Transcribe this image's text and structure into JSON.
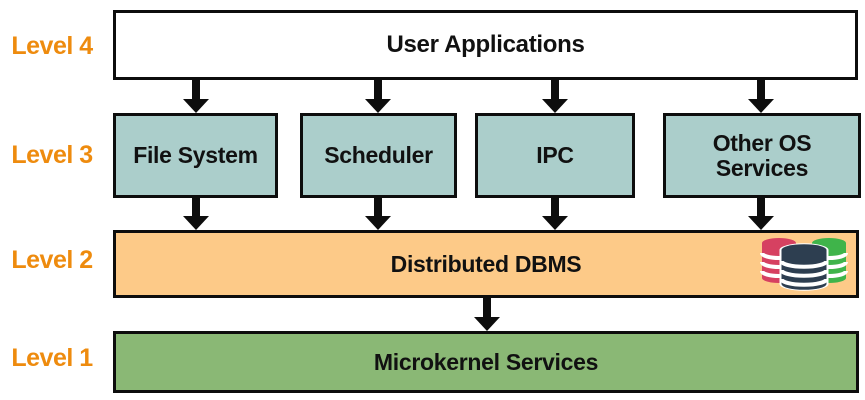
{
  "levels": {
    "l4": {
      "label": "Level 4",
      "boxes": [
        {
          "label": "User Applications"
        }
      ]
    },
    "l3": {
      "label": "Level 3",
      "boxes": [
        {
          "label": "File System"
        },
        {
          "label": "Scheduler"
        },
        {
          "label": "IPC"
        },
        {
          "label": "Other OS Services"
        }
      ]
    },
    "l2": {
      "label": "Level 2",
      "boxes": [
        {
          "label": "Distributed DBMS"
        }
      ]
    },
    "l1": {
      "label": "Level 1",
      "boxes": [
        {
          "label": "Microkernel Services"
        }
      ]
    }
  },
  "colors": {
    "level_label_orange": "#ee8b0e",
    "level3_box_fill": "#abcecb",
    "level2_box_fill": "#fdca88",
    "level1_box_fill": "#8ab875",
    "level4_box_fill": "#ffffff",
    "box_border": "#0d0d0d",
    "arrow": "#0d0d0d",
    "db_cylinder_red": "#d64161",
    "db_cylinder_green": "#3fb44a",
    "db_cylinder_navy": "#2d3e50",
    "db_stripe": "#ffffff"
  },
  "icons": {
    "database_stack": "database-stack-icon"
  }
}
